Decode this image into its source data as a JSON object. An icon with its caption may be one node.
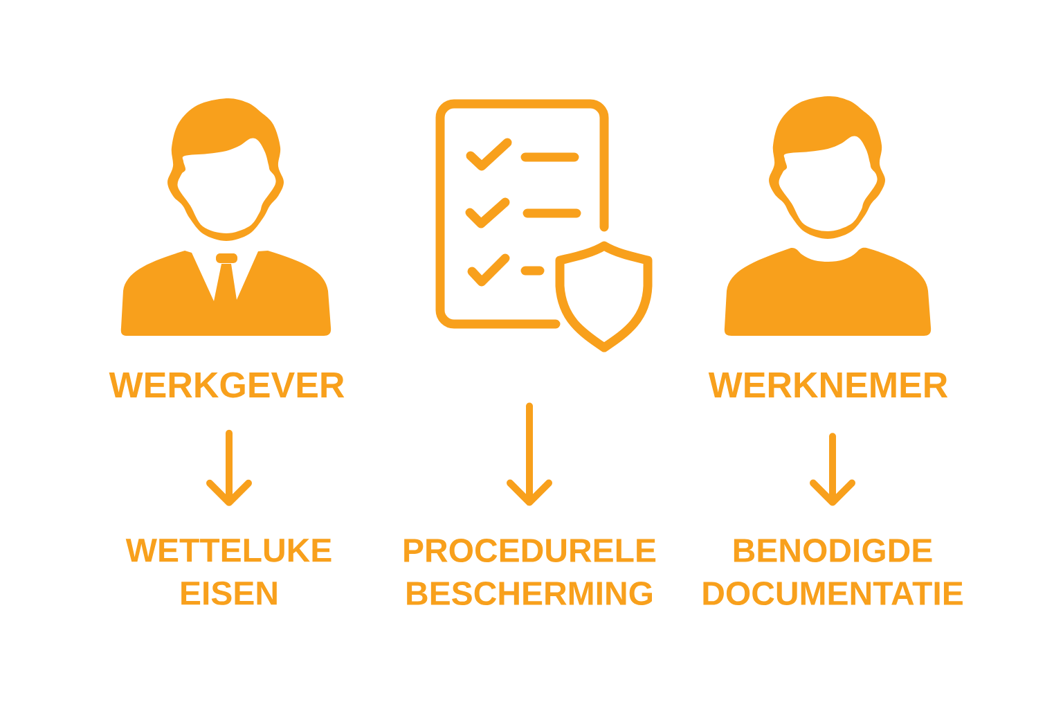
{
  "diagram": {
    "nodes": [
      {
        "text": [
          "WERKGEVER"
        ]
      },
      {
        "text": [],
        "shape": "picture"
      },
      {
        "text": [
          "WERKNEMER"
        ]
      },
      {
        "text": [
          "WETTELUKE EISEN"
        ]
      },
      {
        "text": [
          "PROCEDURELE BESCHERMING"
        ]
      },
      {
        "text": [
          "BENODIGDE DOCUMENTATIE"
        ]
      }
    ],
    "edges": [
      {
        "from": 0,
        "to": 3,
        "arrow": "to"
      },
      {
        "from": 1,
        "to": 4,
        "arrow": "to"
      },
      {
        "from": 2,
        "to": 5,
        "arrow": "to"
      }
    ]
  }
}
